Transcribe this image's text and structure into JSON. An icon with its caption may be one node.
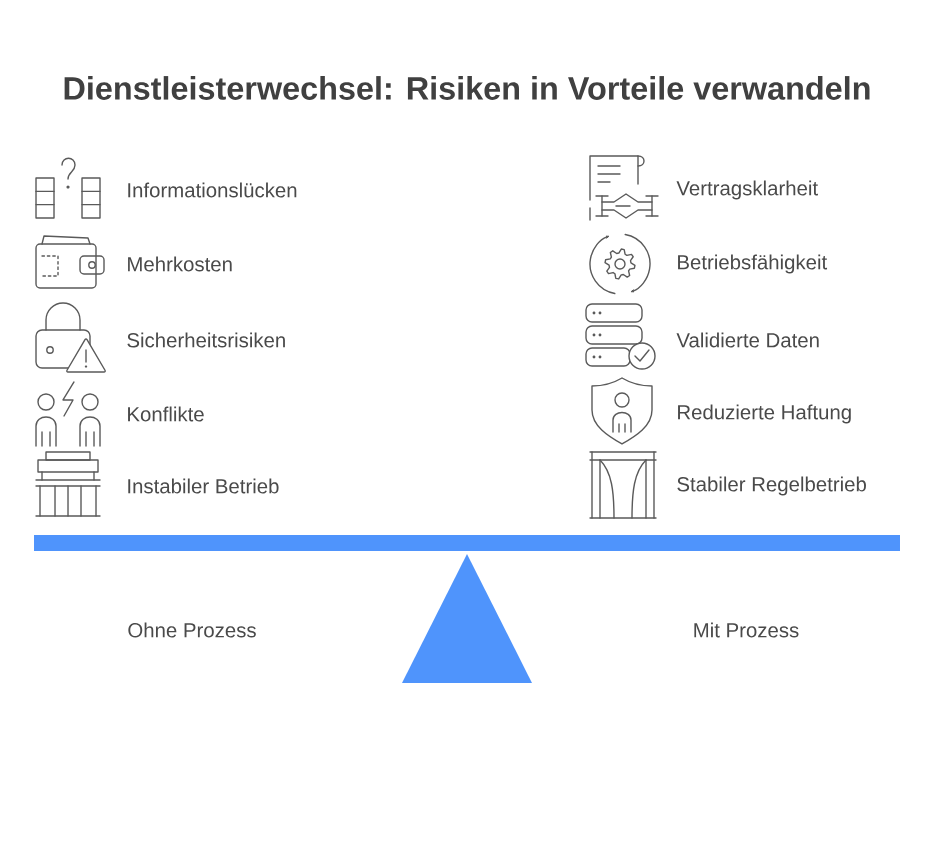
{
  "diagram": {
    "title": "Dienstleisterwechsel: Risiken in Vorteile verwandeln",
    "labels": [
      "Informationslücken",
      "Mehrkosten",
      "Sicherheitsrisiken",
      "Konflikte",
      "Instabiler Betrieb",
      "Vertragsklarheit",
      "Betriebsfähigkeit",
      "Validierte Daten",
      "Reduzierte Haftung",
      "Stabiler Regelbetrieb",
      "Ohne Prozess",
      "Mit Prozess"
    ]
  }
}
